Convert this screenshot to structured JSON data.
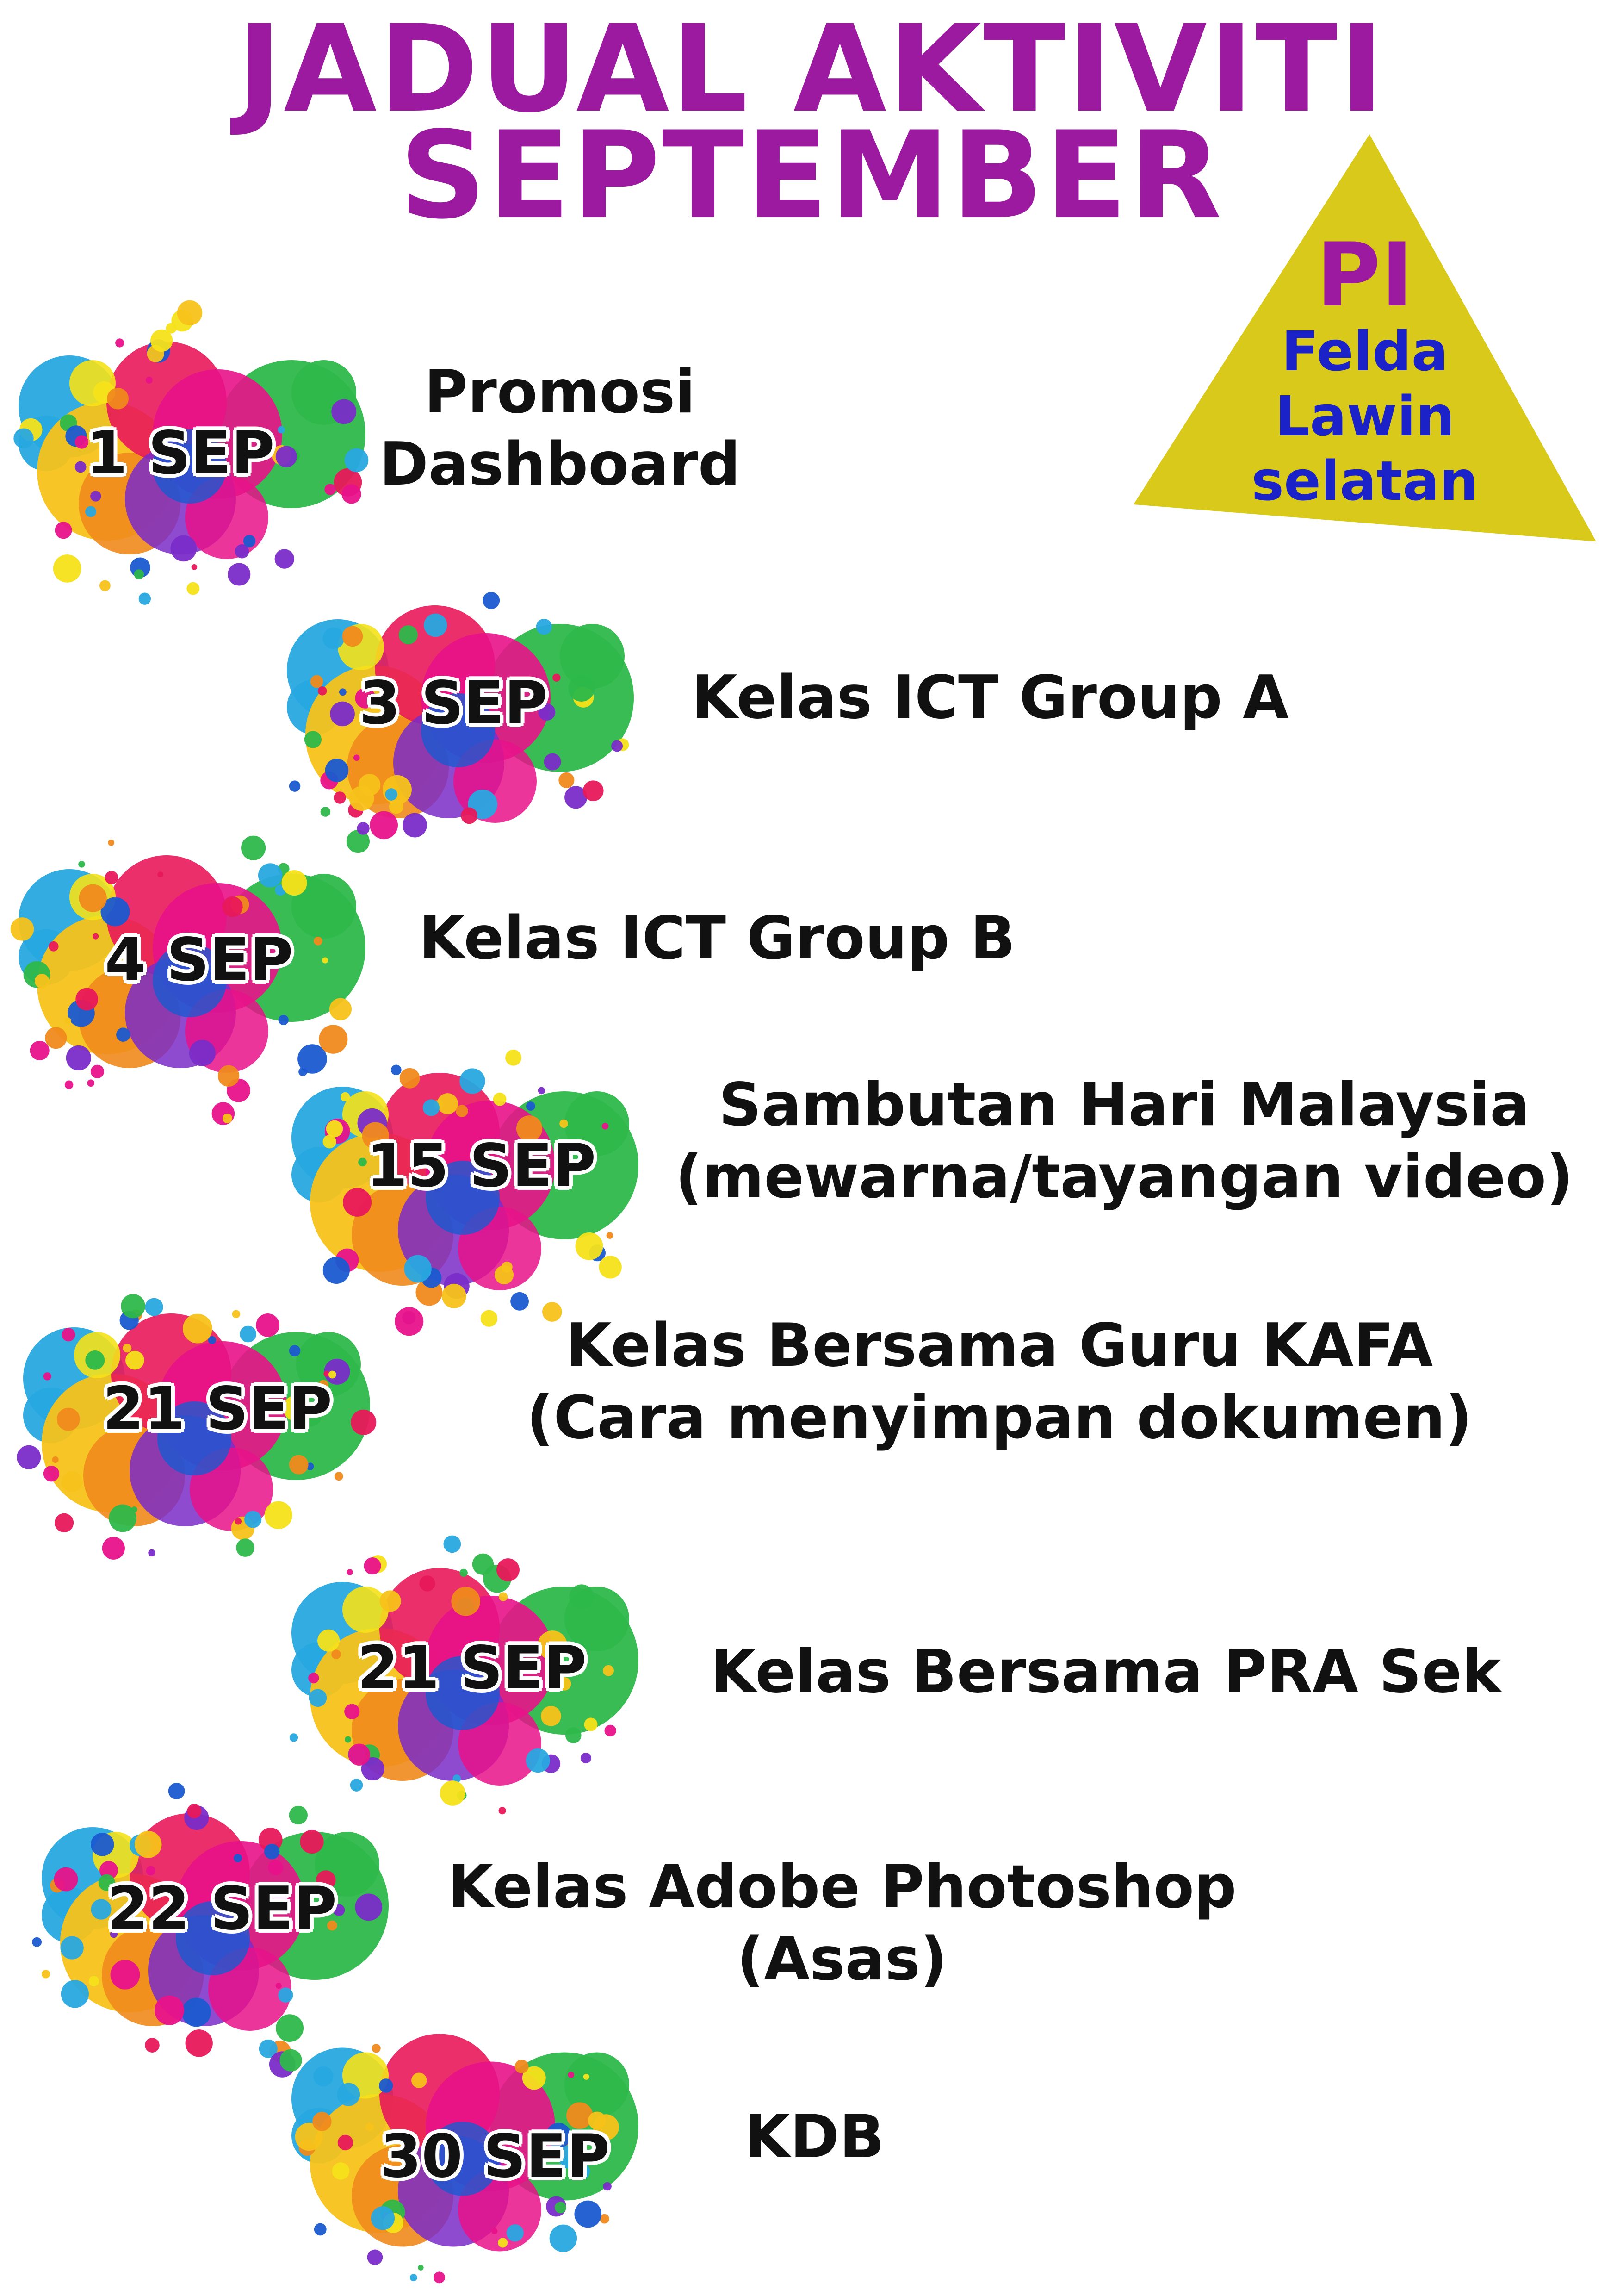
{
  "title": {
    "line1": "JADUAL AKTIVITI",
    "line2": "SEPTEMBER"
  },
  "badge": {
    "top": "PI",
    "line1": "Felda",
    "line2": "Lawin",
    "line3": "selatan",
    "colors": {
      "triangle": "#d8c91a",
      "top": "#9b1a9f",
      "lines": "#1a22c8"
    }
  },
  "activities": [
    {
      "date": "1 SEP",
      "line1": "Promosi",
      "line2": "Dashboard"
    },
    {
      "date": "3 SEP",
      "line1": "Kelas ICT Group A",
      "line2": ""
    },
    {
      "date": "4 SEP",
      "line1": "Kelas ICT Group B",
      "line2": ""
    },
    {
      "date": "15 SEP",
      "line1": "Sambutan Hari Malaysia",
      "line2": "(mewarna/tayangan video)"
    },
    {
      "date": "21 SEP",
      "line1": "Kelas Bersama Guru KAFA",
      "line2": "(Cara menyimpan dokumen)"
    },
    {
      "date": "21 SEP",
      "line1": "Kelas Bersama PRA Sek",
      "line2": ""
    },
    {
      "date": "22 SEP",
      "line1": "Kelas Adobe Photoshop",
      "line2": "(Asas)"
    },
    {
      "date": "30 SEP",
      "line1": "KDB",
      "line2": ""
    }
  ],
  "splash_colors": [
    "#28a8e0",
    "#f7c21a",
    "#f08a1c",
    "#e8185a",
    "#e8128a",
    "#2db84a",
    "#7a2cc8",
    "#1a5ad0",
    "#f5e21a"
  ]
}
